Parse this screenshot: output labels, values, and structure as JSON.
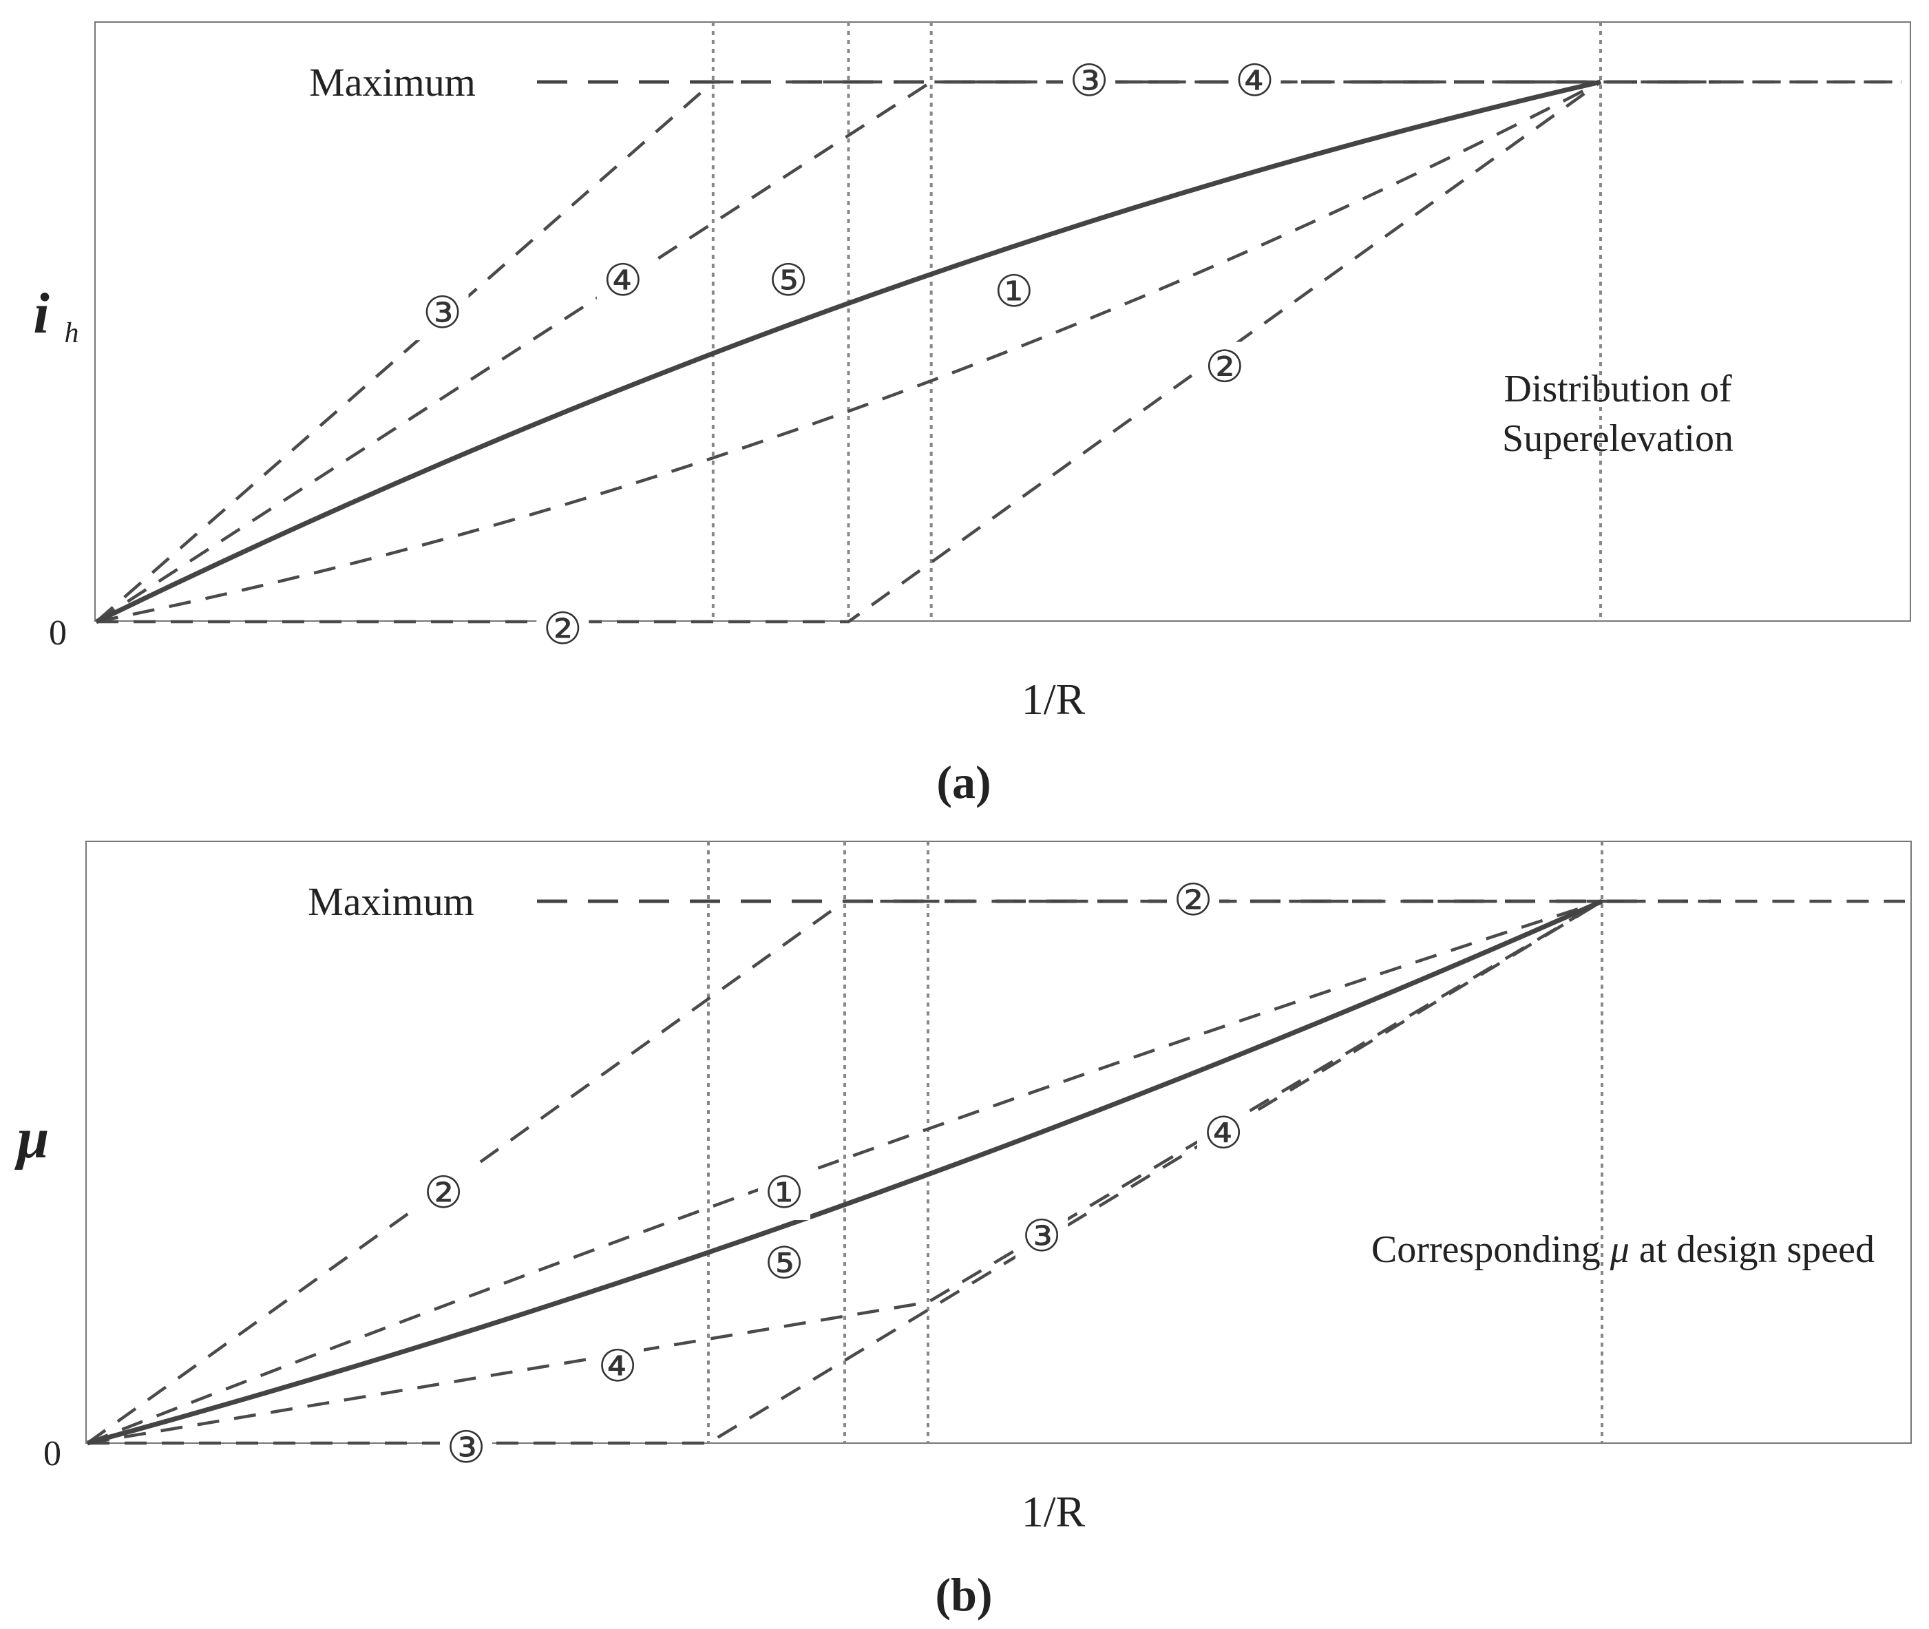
{
  "chart_data": [
    {
      "type": "line",
      "panel_label": "(a)",
      "ylabel_main": "i",
      "ylabel_sub": "h",
      "xlabel": "1/R",
      "origin_label": "0",
      "max_label": "Maximum",
      "annotation_lines": [
        "Distribution of",
        "Superelevation"
      ],
      "series": [
        {
          "name": "①",
          "points": [
            [
              0,
              0
            ],
            [
              1,
              1
            ]
          ],
          "style": "dashed"
        },
        {
          "name": "②",
          "points": [
            [
              0,
              0
            ],
            [
              0.5,
              0
            ],
            [
              1,
              1
            ]
          ],
          "style": "dashed"
        },
        {
          "name": "③",
          "points": [
            [
              0,
              0
            ],
            [
              0.41,
              1
            ],
            [
              1.2,
              1
            ]
          ],
          "style": "dashed"
        },
        {
          "name": "④",
          "points": [
            [
              0,
              0
            ],
            [
              0.555,
              1
            ],
            [
              1.2,
              1
            ]
          ],
          "style": "dashed"
        },
        {
          "name": "⑤",
          "points": [
            [
              0,
              0
            ],
            [
              1,
              1
            ]
          ],
          "style": "solid"
        }
      ],
      "series_labels": [
        {
          "text": "③",
          "x": 0.23,
          "y": 0.57
        },
        {
          "text": "④",
          "x": 0.35,
          "y": 0.63
        },
        {
          "text": "⑤",
          "x": 0.46,
          "y": 0.63
        },
        {
          "text": "①",
          "x": 0.61,
          "y": 0.61
        },
        {
          "text": "②",
          "x": 0.75,
          "y": 0.47
        },
        {
          "text": "②",
          "x": 0.31,
          "y": -0.015
        },
        {
          "text": "③",
          "x": 0.66,
          "y": 1
        },
        {
          "text": "④",
          "x": 0.77,
          "y": 1
        }
      ],
      "vertical_markers": [
        0.41,
        0.5,
        0.555,
        1
      ]
    },
    {
      "type": "line",
      "panel_label": "(b)",
      "ylabel_main": "μ",
      "xlabel": "1/R",
      "origin_label": "0",
      "max_label": "Maximum",
      "annotation_parts": [
        "Corresponding ",
        "μ",
        " at design speed"
      ],
      "series": [
        {
          "name": "①",
          "points": [
            [
              0,
              0
            ],
            [
              1,
              1
            ]
          ],
          "style": "dashed"
        },
        {
          "name": "②",
          "points": [
            [
              0,
              0
            ],
            [
              0.5,
              1
            ],
            [
              1.2,
              1
            ]
          ],
          "style": "dashed"
        },
        {
          "name": "③",
          "points": [
            [
              0,
              0
            ],
            [
              0.41,
              0
            ],
            [
              1,
              1
            ]
          ],
          "style": "dashed"
        },
        {
          "name": "④",
          "points": [
            [
              0,
              0
            ],
            [
              0.555,
              0.26
            ],
            [
              1,
              1
            ]
          ],
          "style": "dashed"
        },
        {
          "name": "⑤",
          "points": [
            [
              0,
              0
            ],
            [
              1,
              1
            ]
          ],
          "style": "solid"
        }
      ],
      "series_labels": [
        {
          "text": "②",
          "x": 0.235,
          "y": 0.46
        },
        {
          "text": "①",
          "x": 0.46,
          "y": 0.46
        },
        {
          "text": "⑤",
          "x": 0.46,
          "y": 0.33
        },
        {
          "text": "④",
          "x": 0.35,
          "y": 0.14
        },
        {
          "text": "③",
          "x": 0.25,
          "y": -0.01
        },
        {
          "text": "③",
          "x": 0.63,
          "y": 0.38
        },
        {
          "text": "④",
          "x": 0.75,
          "y": 0.57
        },
        {
          "text": "②",
          "x": 0.73,
          "y": 1
        }
      ],
      "vertical_markers": [
        0.41,
        0.5,
        0.555,
        1
      ]
    }
  ]
}
